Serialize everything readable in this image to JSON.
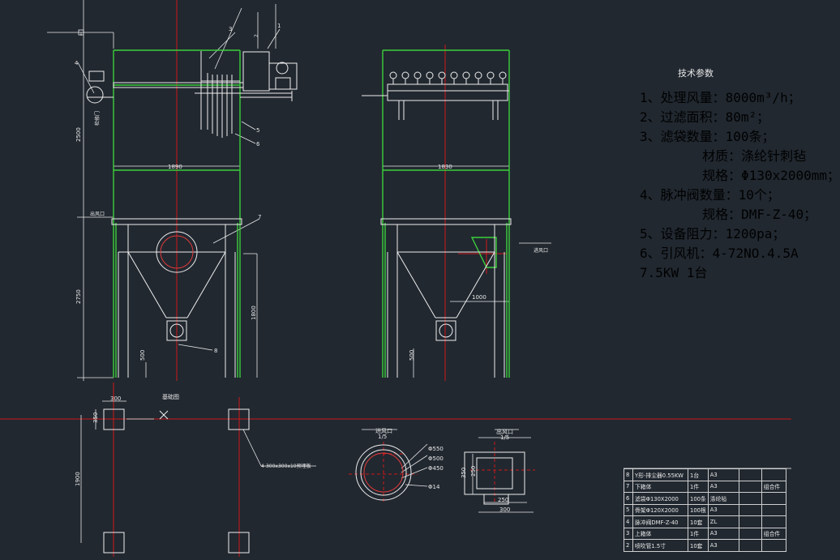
{
  "spec": {
    "title": "技术参数",
    "lines": [
      "1、处理风量：8000m³/h；",
      "2、过滤面积：80m²；",
      "3、滤袋数量：100条；",
      "        材质：涤纶针刺毡",
      "        规格：Φ130x2000mm；",
      "4、脉冲阀数量：10个；",
      "        规格：DMF-Z-40；",
      "5、设备阻力：1200pa；",
      "6、引风机：4-72NO.4.5A",
      "7.5KW 1台"
    ]
  },
  "bom": [
    [
      "8",
      "Y形-排尘器0.55KW",
      "1台",
      "A3",
      "",
      ""
    ],
    [
      "7",
      "下箱体",
      "1件",
      "A3",
      "",
      "组合件"
    ],
    [
      "6",
      "滤袋Φ130X2000",
      "100条",
      "涤纶毡",
      "",
      ""
    ],
    [
      "5",
      "骨架Φ120X2000",
      "100根",
      "A3",
      "",
      ""
    ],
    [
      "4",
      "脉冲阀DMF-Z-40",
      "10套",
      "ZL",
      "",
      ""
    ],
    [
      "3",
      "上箱体",
      "1件",
      "A3",
      "",
      "组合件"
    ],
    [
      "2",
      "喷吹管1.5寸",
      "10套",
      "A3",
      "",
      ""
    ]
  ],
  "dims": {
    "w1": "1890",
    "w2": "1830",
    "h_upper": "2500",
    "h_lower": "2750",
    "h_mid": "1800",
    "d_500_a": "500",
    "d_500_b": "500",
    "d_1000": "1000",
    "fp_300": "300",
    "fp_side": "350",
    "fp_len": "1900",
    "fp_note": "4-300x300x10预埋板",
    "plan_label": "基础图",
    "inlet_label": "进风口",
    "inlet_scale": "1/5",
    "outlet_label": "出风口",
    "outlet_label_top": "出风口",
    "outlet_scale": "1/5",
    "flange_d1": "Φ550",
    "flange_d2": "Φ500",
    "flange_d3": "Φ450",
    "flange_holes": "Φ14",
    "sq_outer": "350",
    "sq_inner": "250",
    "sq_b1": "250",
    "sq_b2": "300",
    "callouts": [
      "1",
      "2",
      "3",
      "4",
      "5",
      "6",
      "7",
      "8"
    ],
    "side_label": "进风口",
    "ladder_label": "检修门"
  }
}
